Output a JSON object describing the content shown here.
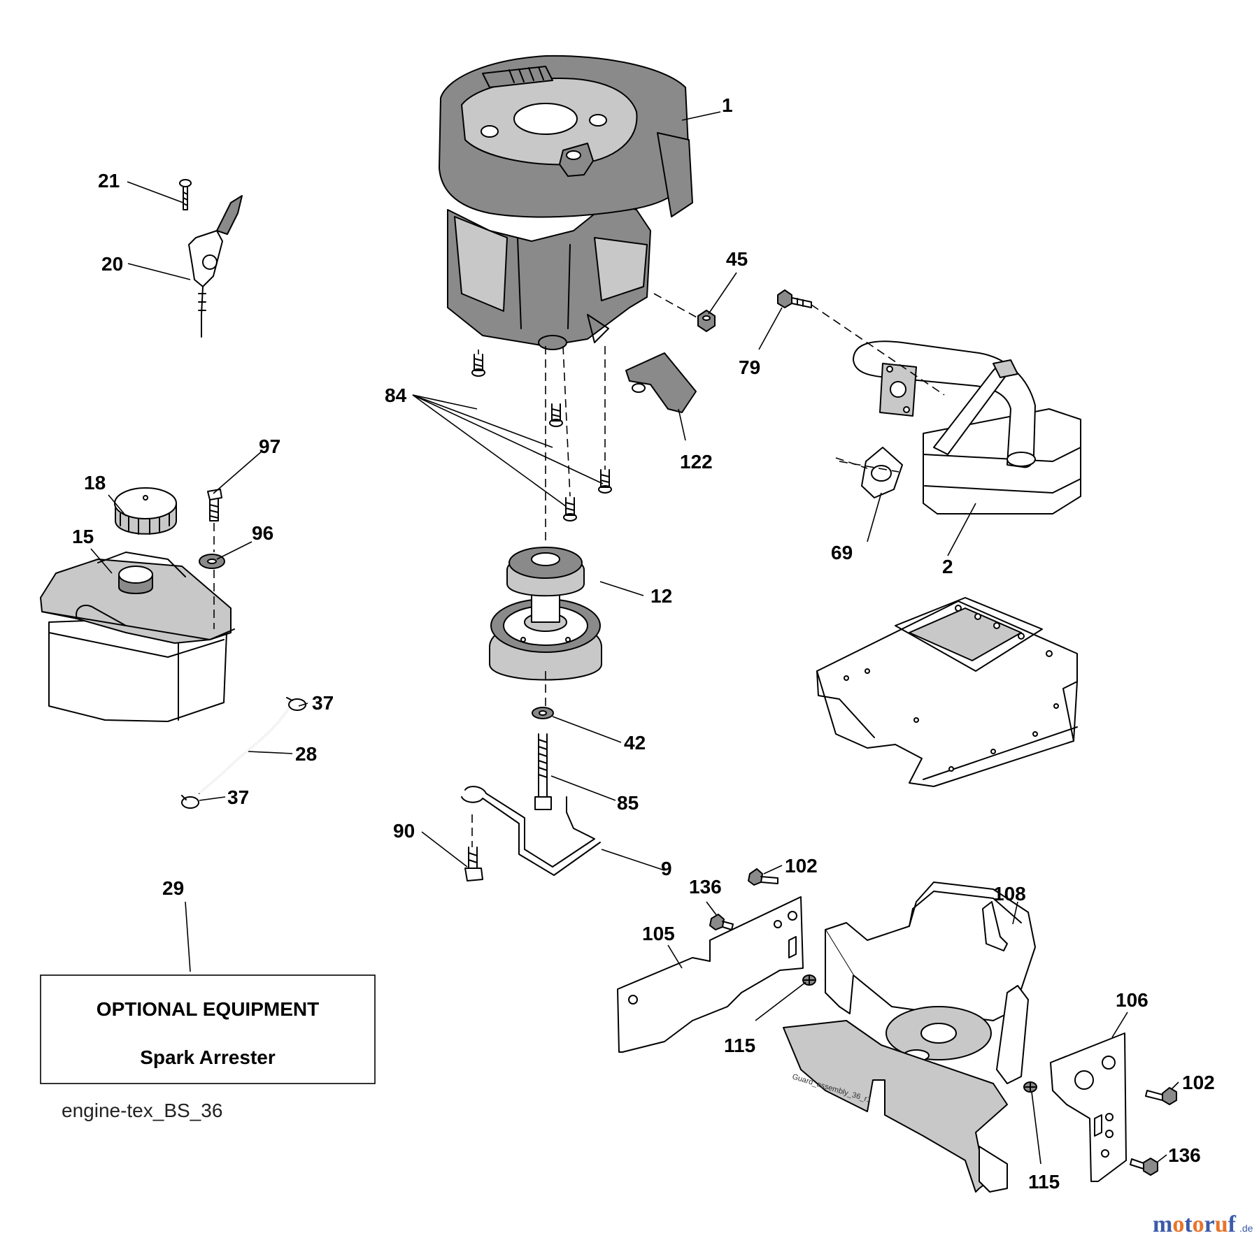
{
  "callouts": {
    "c1": "1",
    "c2": "2",
    "c9": "9",
    "c12": "12",
    "c15": "15",
    "c18": "18",
    "c20": "20",
    "c21": "21",
    "c28": "28",
    "c29": "29",
    "c37a": "37",
    "c37b": "37",
    "c42": "42",
    "c45": "45",
    "c69": "69",
    "c79": "79",
    "c84": "84",
    "c85": "85",
    "c90": "90",
    "c96": "96",
    "c97": "97",
    "c102a": "102",
    "c102b": "102",
    "c105": "105",
    "c106": "106",
    "c108": "108",
    "c115a": "115",
    "c115b": "115",
    "c122": "122",
    "c136a": "136",
    "c136b": "136"
  },
  "optional_box": {
    "title": "OPTIONAL EQUIPMENT",
    "item": "Spark Arrester"
  },
  "figure_id": "engine-tex_BS_36",
  "guard_label": "Guard_assembly_36_r1",
  "watermark": {
    "text": "motoruf",
    "suffix": ".de",
    "letter_colors": [
      "#3b5ba8",
      "#e8742a",
      "#3b5ba8",
      "#e8742a",
      "#3b5ba8",
      "#e8742a",
      "#3b5ba8"
    ]
  }
}
